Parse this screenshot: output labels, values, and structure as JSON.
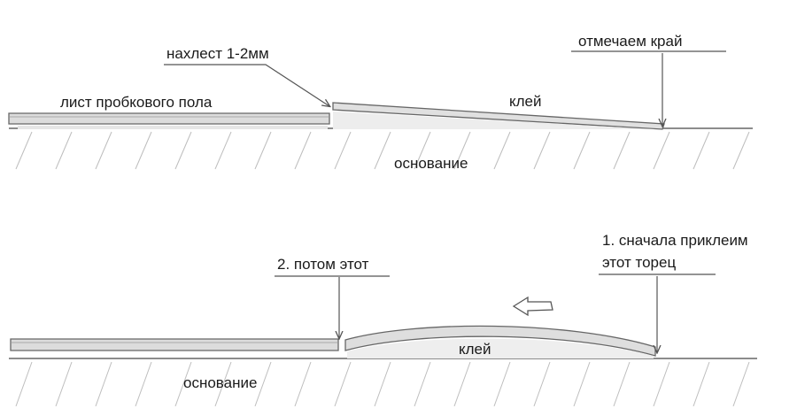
{
  "top_diagram": {
    "sheet_label": "лист пробкового пола",
    "overlap_label": "нахлест 1-2мм",
    "mark_edge_label": "отмечаем край",
    "glue_label": "клей",
    "base_label": "основание"
  },
  "bottom_diagram": {
    "then_label": "2. потом этот",
    "first_label_line1": "1. сначала приклеим",
    "first_label_line2": "этот торец",
    "glue_label": "клей",
    "base_label": "основание",
    "arrow_icon": "left-arrow-icon"
  },
  "colors": {
    "pencil": "#555555",
    "pencil_light": "#9a9a9a",
    "shade": "#d9d9d9",
    "text": "#1a1a1a"
  }
}
